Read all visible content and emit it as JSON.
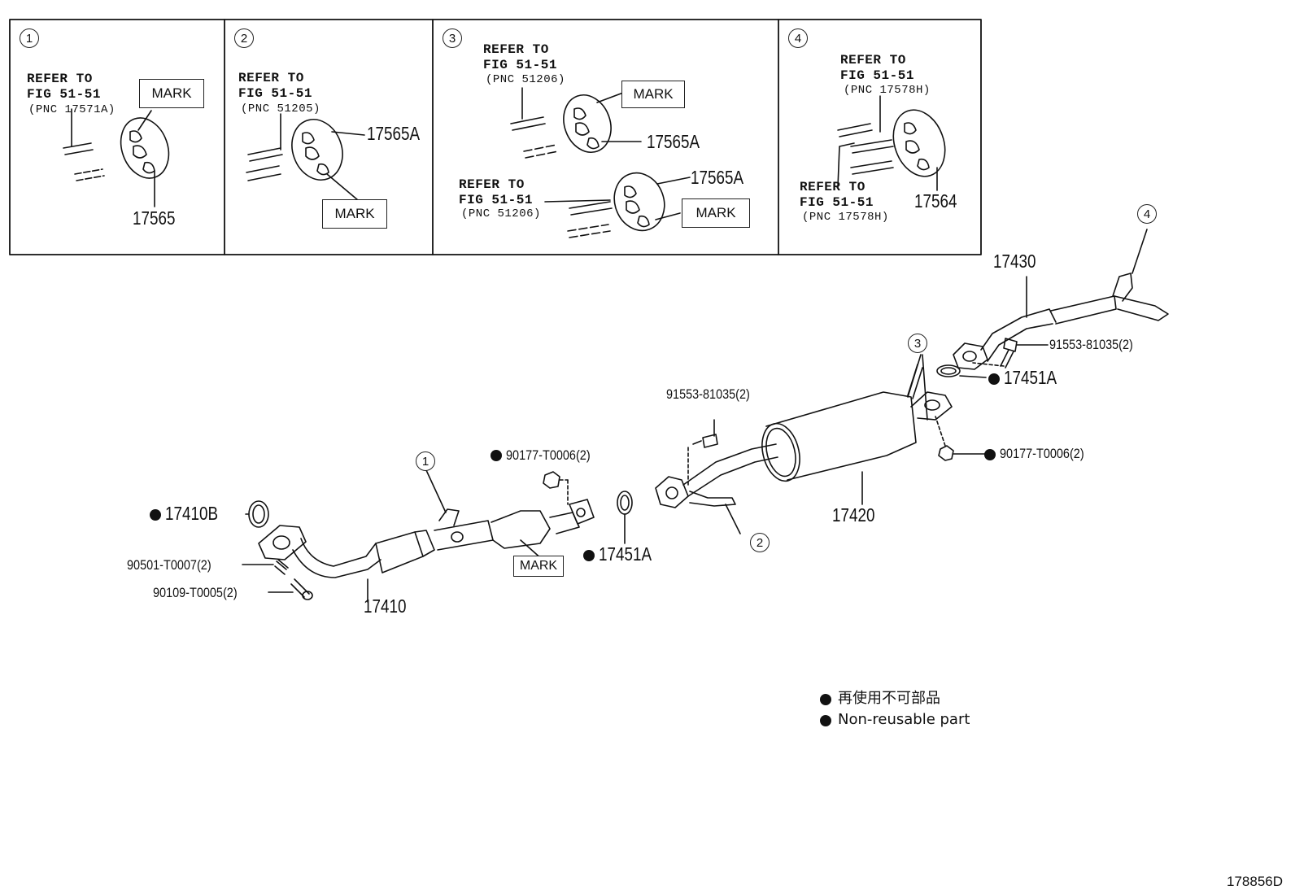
{
  "diagram_id": "178856D",
  "panels": [
    {
      "number": "1",
      "refer_line1": "REFER TO",
      "refer_line2": "FIG 51-51",
      "refer_pnc": "(PNC 17571A)",
      "mark": "MARK",
      "part": "17565"
    },
    {
      "number": "2",
      "refer_line1": "REFER TO",
      "refer_line2": "FIG 51-51",
      "refer_pnc": "(PNC 51205)",
      "mark": "MARK",
      "part": "17565A"
    },
    {
      "number": "3",
      "refer_a_line1": "REFER TO",
      "refer_a_line2": "FIG 51-51",
      "refer_a_pnc": "(PNC 51206)",
      "refer_b_line1": "REFER TO",
      "refer_b_line2": "FIG 51-51",
      "refer_b_pnc": "(PNC 51206)",
      "mark_a": "MARK",
      "mark_b": "MARK",
      "part_a": "17565A",
      "part_b": "17565A"
    },
    {
      "number": "4",
      "refer_a_line1": "REFER TO",
      "refer_a_line2": "FIG 51-51",
      "refer_a_pnc": "(PNC 17578H)",
      "refer_b_line1": "REFER TO",
      "refer_b_line2": "FIG 51-51",
      "refer_b_pnc": "(PNC 17578H)",
      "part": "17564"
    }
  ],
  "main": {
    "callouts": {
      "c1": "1",
      "c2": "2",
      "c3": "3",
      "c4": "4"
    },
    "parts": {
      "front_pipe": "17410",
      "front_gasket": "17410B",
      "stud": "90501-T0007(2)",
      "spring_bolt": "90109-T0005(2)",
      "nut_front": "90177-T0006(2)",
      "gasket_mid": "17451A",
      "mark": "MARK",
      "bolt_mid": "91553-81035(2)",
      "muffler": "17420",
      "tail_pipe": "17430",
      "bolt_rear": "91553-81035(2)",
      "gasket_rear": "17451A",
      "nut_rear": "90177-T0006(2)"
    }
  },
  "legend": {
    "jp": "再使用不可部品",
    "en": "Non-reusable part"
  }
}
